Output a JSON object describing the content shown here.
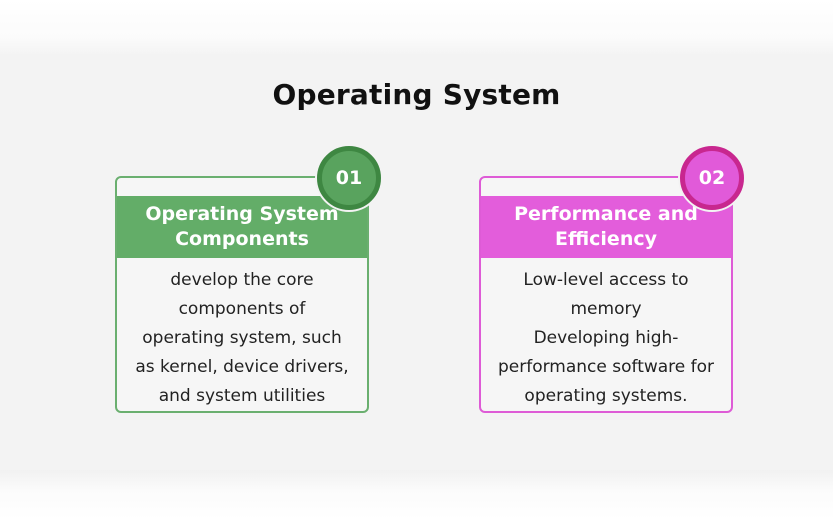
{
  "title": "Operating System",
  "cards": [
    {
      "number": "01",
      "heading_lines": [
        "Operating System",
        "Components"
      ],
      "body_lines": [
        "develop the core",
        "components of",
        "operating system, such",
        "as kernel, device drivers,",
        "and system utilities"
      ],
      "color": "#63ad68"
    },
    {
      "number": "02",
      "heading_lines": [
        "Performance and",
        "Efficiency"
      ],
      "body_lines": [
        "Low-level access to",
        "memory",
        "Developing high-",
        "performance software for",
        "operating systems."
      ],
      "color": "#e35ddb"
    }
  ]
}
